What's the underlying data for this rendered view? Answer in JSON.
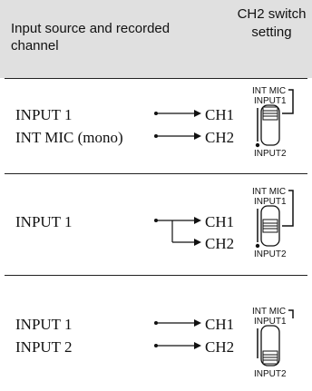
{
  "header": {
    "source_label": "Input source and recorded channel",
    "switch_label": "CH2 switch setting"
  },
  "rows": [
    {
      "inputs": [
        "INPUT 1",
        "INT MIC (mono)"
      ],
      "channels": [
        "CH1",
        "CH2"
      ],
      "routing": "parallel",
      "switch": {
        "top_label": "INT MIC",
        "mid_label": "INPUT1",
        "bottom_label": "INPUT2",
        "position": "INT MIC"
      }
    },
    {
      "inputs": [
        "INPUT 1"
      ],
      "channels": [
        "CH1",
        "CH2"
      ],
      "routing": "split",
      "switch": {
        "top_label": "INT MIC",
        "mid_label": "INPUT1",
        "bottom_label": "INPUT2",
        "position": "INPUT1"
      }
    },
    {
      "inputs": [
        "INPUT 1",
        "INPUT 2"
      ],
      "channels": [
        "CH1",
        "CH2"
      ],
      "routing": "parallel",
      "switch": {
        "top_label": "INT MIC",
        "mid_label": "INPUT1",
        "bottom_label": "INPUT2",
        "position": "INPUT2"
      }
    }
  ]
}
